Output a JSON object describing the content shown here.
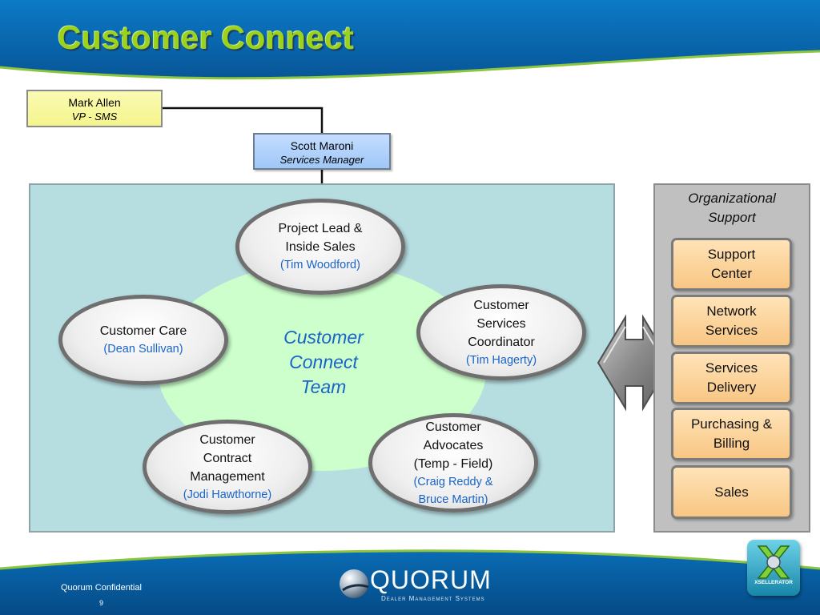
{
  "slide": {
    "title": "Customer Connect"
  },
  "org": {
    "vp": {
      "name": "Mark Allen",
      "title": "VP - SMS"
    },
    "manager": {
      "name": "Scott Maroni",
      "title": "Services Manager"
    }
  },
  "team": {
    "label_lines": [
      "Customer",
      "Connect",
      "Team"
    ],
    "members": [
      {
        "role_lines": [
          "Project Lead &",
          "Inside Sales"
        ],
        "name_lines": [
          "(Tim Woodford)"
        ]
      },
      {
        "role_lines": [
          "Customer Care"
        ],
        "name_lines": [
          "(Dean Sullivan)"
        ]
      },
      {
        "role_lines": [
          "Customer",
          "Services",
          "Coordinator"
        ],
        "name_lines": [
          "(Tim Hagerty)"
        ]
      },
      {
        "role_lines": [
          "Customer",
          "Contract",
          "Management"
        ],
        "name_lines": [
          "(Jodi Hawthorne)"
        ]
      },
      {
        "role_lines": [
          "Customer",
          "Advocates",
          "(Temp - Field)"
        ],
        "name_lines": [
          "(Craig Reddy &",
          "Bruce Martin)"
        ]
      }
    ]
  },
  "support": {
    "title_lines": [
      "Organizational",
      "Support"
    ],
    "items": [
      {
        "lines": [
          "Support",
          "Center"
        ]
      },
      {
        "lines": [
          "Network",
          "Services"
        ]
      },
      {
        "lines": [
          "Services",
          "Delivery"
        ]
      },
      {
        "lines": [
          "Purchasing &",
          "Billing"
        ]
      },
      {
        "lines": [
          "Sales"
        ]
      }
    ]
  },
  "footer": {
    "confidential": "Quorum Confidential",
    "page_number": "9",
    "logo_word": "QUORUM",
    "logo_tagline": "Dealer Management Systems",
    "badge_text": "XSELLERATOR"
  },
  "colors": {
    "header_blue": "#0a68b0",
    "title_green": "#9ad21c",
    "team_panel": "#b6dde0",
    "team_blob": "#ccffcc",
    "team_label_blue": "#1a64c8",
    "support_panel": "#c0c0c0",
    "support_box": "#f8c683"
  }
}
